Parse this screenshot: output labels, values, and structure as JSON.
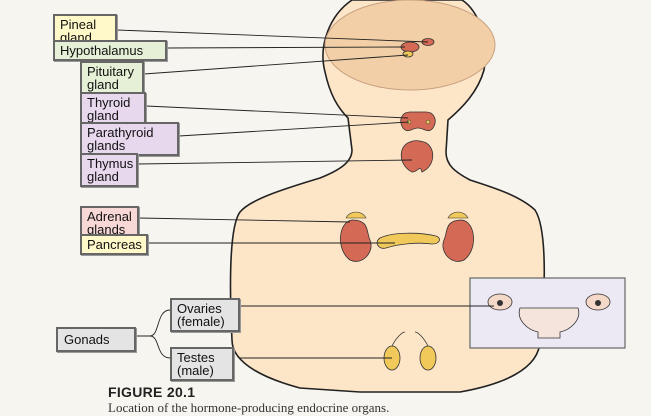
{
  "figure": {
    "number": "FIGURE 20.1",
    "caption": "Location of the hormone-producing endocrine organs."
  },
  "labels": {
    "pineal": "Pineal\ngland",
    "hypothalamus": "Hypothalamus",
    "pituitary": "Pituitary\ngland",
    "thyroid": "Thyroid\ngland",
    "parathyroid": "Parathyroid\nglands",
    "thymus": "Thymus\ngland",
    "adrenal": "Adrenal\nglands",
    "pancreas": "Pancreas",
    "gonads": "Gonads",
    "ovaries": "Ovaries\n(female)",
    "testes": "Testes\n(male)"
  },
  "colors": {
    "body_fill": "#fde6c8",
    "body_outline": "#222222",
    "brain_fill": "#f2cfa6",
    "label_yellow": "#fff8c8",
    "label_green": "#e6f0d6",
    "label_purple": "#e8d8ee",
    "label_pink": "#f8d8d6",
    "label_gray": "#e4e4e4",
    "organ_red": "#d46a55",
    "organ_yellow": "#f0c95a",
    "inset_fill": "#ece8f4"
  }
}
